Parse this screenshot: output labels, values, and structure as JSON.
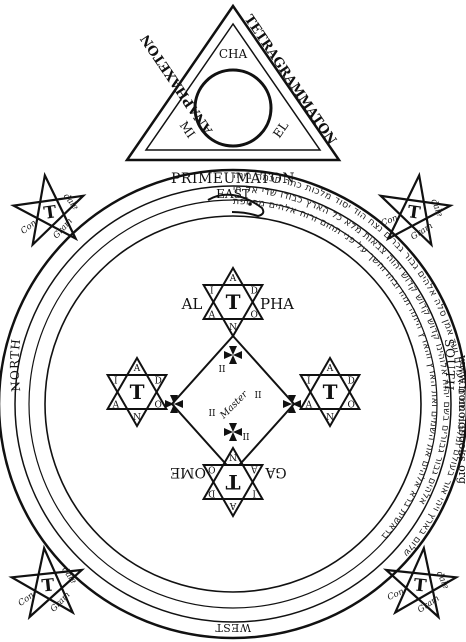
{
  "triangle": {
    "inner_label": "CHA",
    "right_label": "EL",
    "left_label": "MI",
    "side_left": "ANAPHAXETON",
    "side_right": "TETRAGRAMMATON"
  },
  "top_title": "PRIMEUMATON",
  "directions": {
    "east": "EAST",
    "west": "WEST",
    "north": "NORTH",
    "south": "SOUTH"
  },
  "corner_pentagrams": [
    {
      "name": "pentagram-top-left",
      "center_glyph": "T",
      "words": [
        "Con",
        "dale",
        "Gram"
      ]
    },
    {
      "name": "pentagram-top-right",
      "center_glyph": "T",
      "words": [
        "Con",
        "dale",
        "Gram"
      ]
    },
    {
      "name": "pentagram-bottom-left",
      "center_glyph": "T",
      "words": [
        "Con",
        "dale",
        "Gram"
      ]
    },
    {
      "name": "pentagram-bottom-right",
      "center_glyph": "T",
      "words": [
        "Con",
        "dale",
        "Gram"
      ]
    }
  ],
  "hexagrams": [
    {
      "name": "hexagram-top",
      "center": "T",
      "letters": [
        "A",
        "D",
        "O",
        "N",
        "A",
        "I"
      ],
      "side_left": "AL",
      "side_right": "PHA"
    },
    {
      "name": "hexagram-bottom",
      "center": "T",
      "letters": [
        "A",
        "D",
        "O",
        "N",
        "A",
        "I"
      ],
      "side_left": "OME",
      "side_right": "GA"
    },
    {
      "name": "hexagram-left",
      "center": "T",
      "letters": [
        "A",
        "D",
        "O",
        "N",
        "A",
        "I"
      ]
    },
    {
      "name": "hexagram-right",
      "center": "T",
      "letters": [
        "A",
        "D",
        "O",
        "N",
        "A",
        "I"
      ]
    }
  ],
  "center_square": {
    "label": "Master",
    "side_marks": [
      "II",
      "II",
      "II",
      "II"
    ]
  },
  "ring_text": {
    "outer": "שלום בארץ ויהי אור בעולם ומלכות שמים לעולם ועד אמן סלה אלהים גבור גברים נצח הוד יסוד מלכות כתר חכמה בינה ",
    "middle": "אלהים גבור גבורים בשם יהוה אלוהינו קדוש קדוש קדוש יהוה צבאות מלא כל הארץ כבודו שדי אל חי ",
    "inner": "בראשית ברא אלהים את השמים ואת הארץ והארץ היתה תהו ובהו וחשך על פני תהום ורוח אלהים מרחפת "
  },
  "watermark": "www.fromoldbooks.org"
}
